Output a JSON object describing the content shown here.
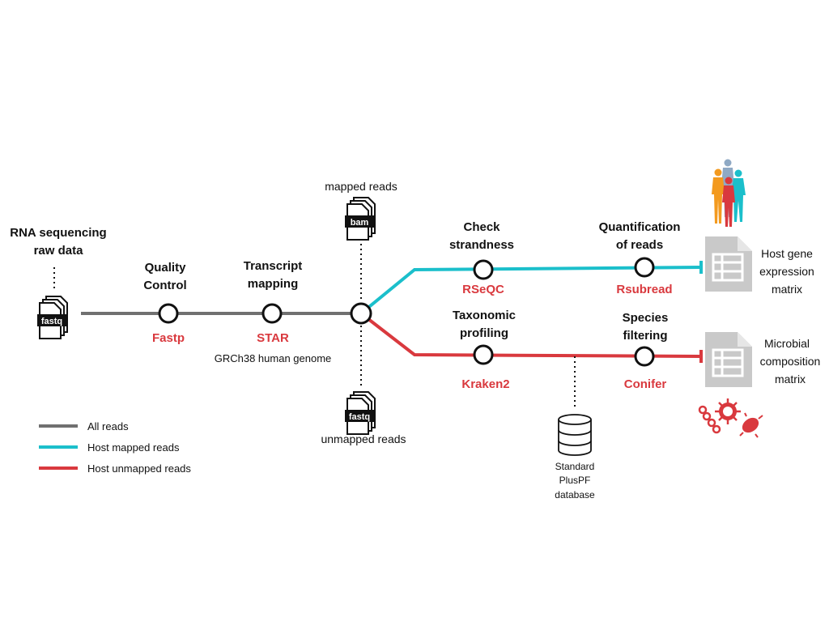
{
  "colors": {
    "all_reads": "#707070",
    "host_mapped": "#1BBFCB",
    "host_unmapped": "#D9393E",
    "tool_text": "#D9393E",
    "node_stroke": "#111111",
    "file_gray": "#C9C9C9"
  },
  "input": {
    "title_line1": "RNA sequencing",
    "title_line2": "raw data",
    "file_icon": "fastq-file-icon",
    "file_label": "fastq"
  },
  "steps": {
    "qc": {
      "label_line1": "Quality",
      "label_line2": "Control",
      "tool": "Fastp"
    },
    "mapping": {
      "label_line1": "Transcript",
      "label_line2": "mapping",
      "tool": "STAR",
      "reference": "GRCh38 human genome"
    },
    "split": {
      "mapped_label": "mapped reads",
      "mapped_file_label": "bam",
      "mapped_file_icon": "bam-file-icon",
      "unmapped_label": "unmapped reads",
      "unmapped_file_label": "fastq",
      "unmapped_file_icon": "fastq-file-icon"
    },
    "strandness": {
      "label_line1": "Check",
      "label_line2": "strandness",
      "tool": "RSeQC"
    },
    "quantification": {
      "label_line1": "Quantification",
      "label_line2": "of reads",
      "tool": "Rsubread"
    },
    "taxonomic": {
      "label_line1": "Taxonomic",
      "label_line2": "profiling",
      "tool": "Kraken2"
    },
    "species": {
      "label_line1": "Species",
      "label_line2": "filtering",
      "tool": "Conifer"
    }
  },
  "database": {
    "icon": "database-icon",
    "line1": "Standard",
    "line2": "PlusPF",
    "line3": "database"
  },
  "outputs": {
    "host": {
      "line1": "Host gene",
      "line2": "expression",
      "line3": "matrix",
      "icon": "people-icon"
    },
    "microbial": {
      "line1": "Microbial",
      "line2": "composition",
      "line3": "matrix",
      "icon": "microbe-icon"
    }
  },
  "legend": [
    {
      "label": "All reads",
      "color_key": "all_reads"
    },
    {
      "label": "Host mapped reads",
      "color_key": "host_mapped"
    },
    {
      "label": "Host unmapped reads",
      "color_key": "host_unmapped"
    }
  ]
}
